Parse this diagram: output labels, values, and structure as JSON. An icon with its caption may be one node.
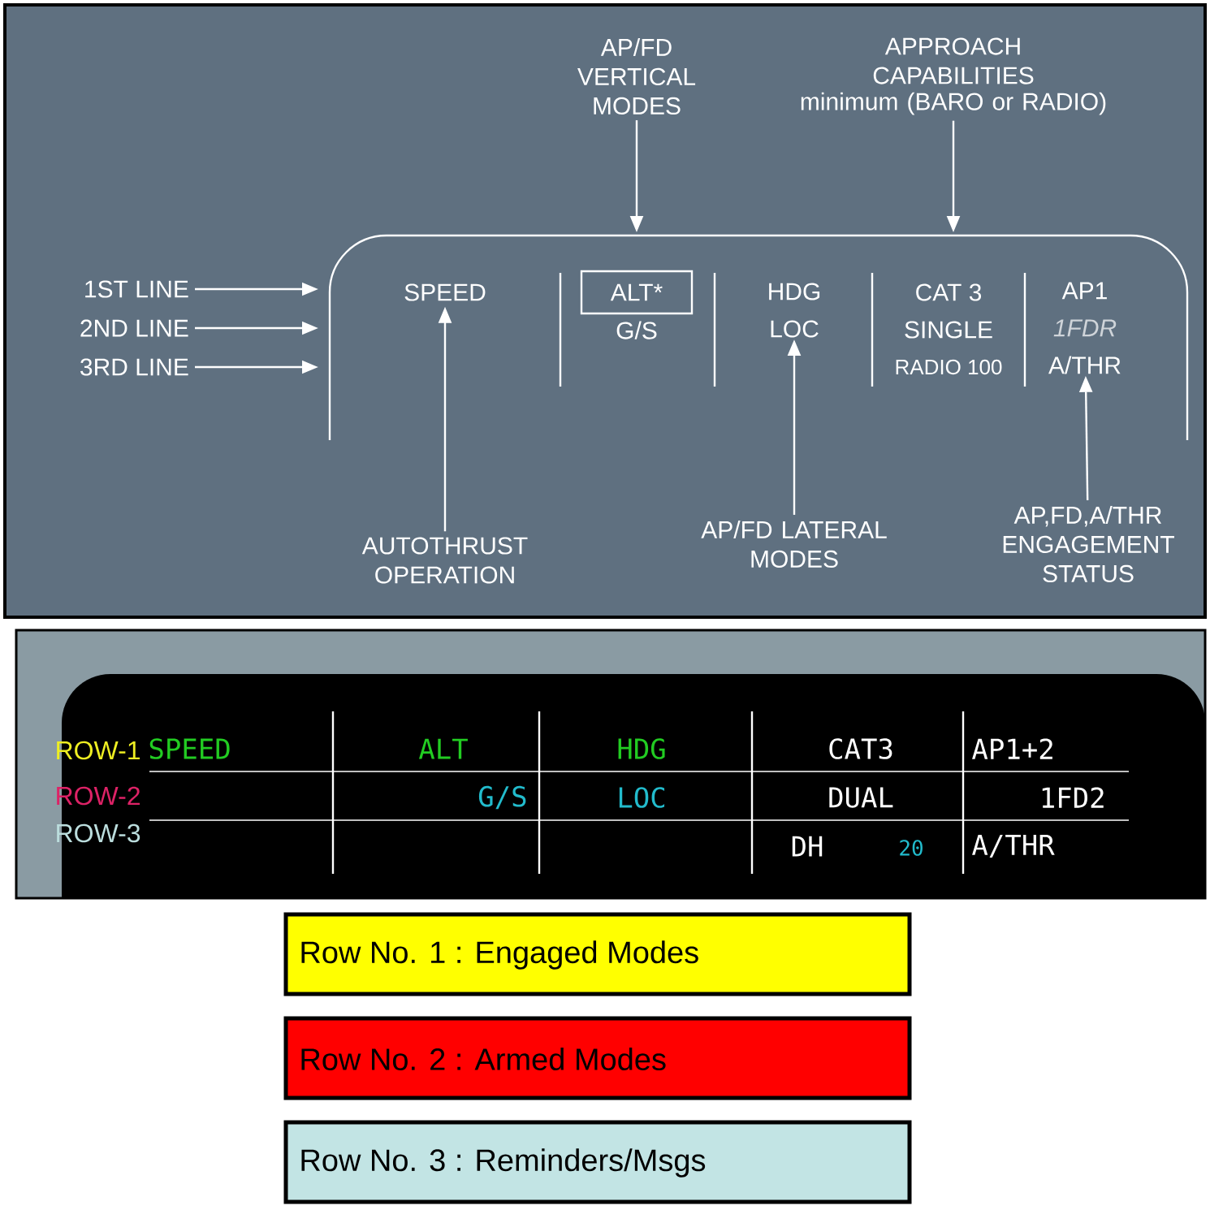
{
  "diagram": {
    "nodes": [
      {
        "text": [
          "1ST LINE"
        ]
      },
      {
        "text": [
          "2ND LINE"
        ]
      },
      {
        "text": [
          "3RD LINE"
        ]
      },
      {
        "text": [
          "AP/FD VERTICAL MODES"
        ]
      },
      {
        "text": [
          "APPROACH CAPABILITIES",
          "minimum (BARO or RADIO)"
        ]
      },
      {
        "text": [
          "SPEED"
        ]
      },
      {
        "text": [
          "ALT*"
        ],
        "beside": [
          "G/S"
        ]
      },
      {
        "text": [
          "HDG",
          "LOC"
        ]
      },
      {
        "text": [
          "AP1",
          "1FDR",
          "A/THR"
        ]
      },
      {
        "text": [
          "AUTOTHRUST OPERATION"
        ]
      },
      {
        "text": [
          "AP/FD LATERAL MODES"
        ]
      },
      {
        "text": [
          "AP,FD,A/THR ENGAGEMENT STATUS"
        ]
      }
    ],
    "edges": [
      {
        "from": 0,
        "to": null,
        "arrow": "to"
      },
      {
        "from": 1,
        "to": null,
        "arrow": "to"
      },
      {
        "from": 2,
        "to": null,
        "arrow": "to"
      },
      {
        "from": 3,
        "to": null,
        "arrow": "to"
      },
      {
        "from": 4,
        "to": null,
        "arrow": "to"
      },
      {
        "from": 9,
        "to": 5,
        "arrow": "to"
      },
      {
        "from": 10,
        "to": 7,
        "arrow": "to"
      },
      {
        "from": 11,
        "to": 8,
        "arrow": "to"
      }
    ],
    "labels": [
      "CAT 3",
      "SINGLE",
      "RADIO 100",
      "ROW-1",
      "SPEED",
      "ALT",
      "HDG",
      "CAT3",
      "AP1+2",
      "ROW-2",
      "G/S",
      "LOC",
      "DUAL",
      "1FD2",
      "ROW-3",
      "DH",
      "20",
      "A/THR"
    ],
    "legend": [
      {
        "text": "Row No. 1 : Engaged Modes",
        "color": "#ffff00"
      },
      {
        "text": "Row No. 2 : Armed Modes",
        "color": "#ff0000"
      },
      {
        "text": "Row No. 3 : Reminders/Msgs",
        "color": "#c2e4e4"
      }
    ]
  }
}
